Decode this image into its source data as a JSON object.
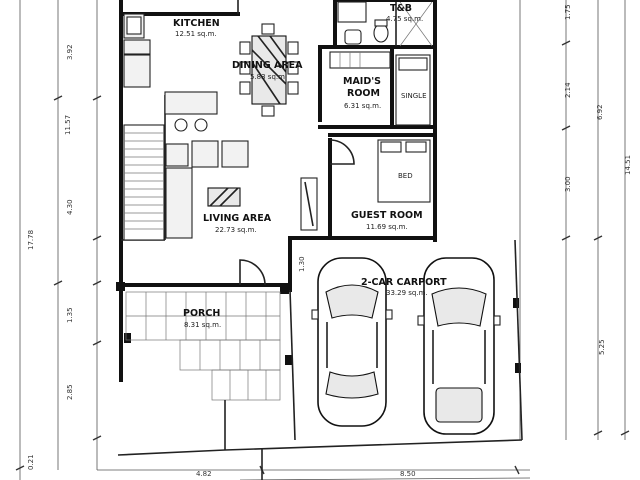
{
  "rooms": {
    "kitchen": {
      "name": "KITCHEN",
      "area": "12.51 sq.m."
    },
    "dining": {
      "name": "DINING AREA",
      "area": "5.83 sq.m."
    },
    "tb": {
      "name": "T&B",
      "area": "4.75 sq.m."
    },
    "maids": {
      "name1": "MAID'S",
      "name2": "ROOM",
      "area": "6.31 sq.m."
    },
    "guest": {
      "name": "GUEST ROOM",
      "area": "11.69 sq.m."
    },
    "living": {
      "name": "LIVING AREA",
      "area": "22.73 sq.m."
    },
    "carport": {
      "name": "2-CAR CARPORT",
      "area": "33.29 sq.m."
    },
    "porch": {
      "name": "PORCH",
      "area": "8.31 sq.m."
    }
  },
  "labels": {
    "single_bed": "SINGLE",
    "guest_bed": "BED"
  },
  "dimensions": {
    "left_outer": "17.78",
    "left_mid": "11.57",
    "left_a": "3.92",
    "left_b": "4.30",
    "left_c": "1.35",
    "left_d": "2.85",
    "left_e": "0.21",
    "center_130": "1.30",
    "right_a": "1.75",
    "right_b": "2.14",
    "right_c": "6.92",
    "right_d": "3.00",
    "right_e": "14.51",
    "right_f": "5.25",
    "bottom_a": "4.82",
    "bottom_b": "8.50"
  }
}
